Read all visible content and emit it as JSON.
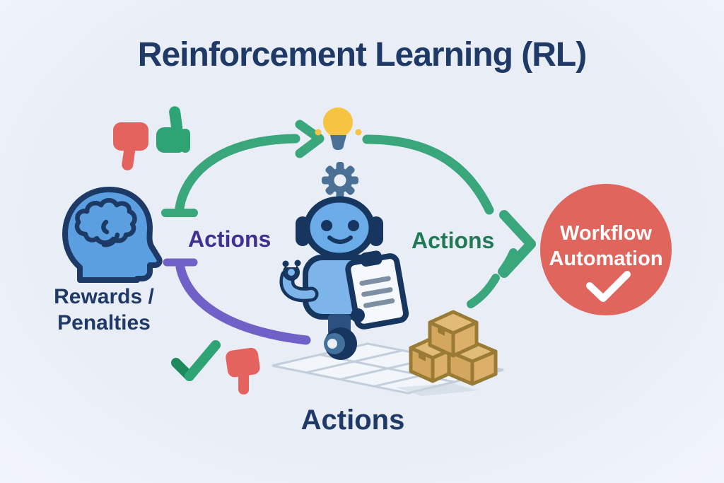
{
  "title": "Reinforcement Learning (RL)",
  "nodes": {
    "rewards": {
      "line1": "Rewards /",
      "line2": "Penalties",
      "icon": "brain-head-icon",
      "text_color": "#1f3a66"
    },
    "agent": {
      "icon": "robot-icon"
    },
    "workflow": {
      "line1": "Workflow",
      "line2": "Automation",
      "icon": "checkmark-icon",
      "bubble_color": "#e0655d",
      "text_color": "#ffffff"
    }
  },
  "edges": {
    "rewards_to_agent": {
      "style": "green-curve-arrow",
      "color": "#3aa67c"
    },
    "agent_to_workflow": {
      "style": "green-curve-chevron",
      "color": "#3aa67c",
      "label": "Actions",
      "label_color": "#217a55"
    },
    "agent_to_rewards": {
      "style": "purple-curve",
      "color": "#6f61c8",
      "label": "Actions",
      "label_color": "#3f3193"
    },
    "bottom": {
      "label": "Actions",
      "label_color": "#1f3a66"
    }
  },
  "decor_icons": [
    "thumbs-down-icon",
    "thumbs-up-icon",
    "lightbulb-icon",
    "gear-icon",
    "check-icon",
    "thumbs-down-icon",
    "cardboard-boxes-icon",
    "floor-grid"
  ],
  "colors": {
    "background": "#eaeef7",
    "navy": "#16355f",
    "green": "#3aa67c",
    "purple": "#6f61c8",
    "red": "#e0655d",
    "blue": "#6aabe8",
    "slate": "#4a7096",
    "yellow": "#f6c440",
    "tan": "#dab06a"
  }
}
